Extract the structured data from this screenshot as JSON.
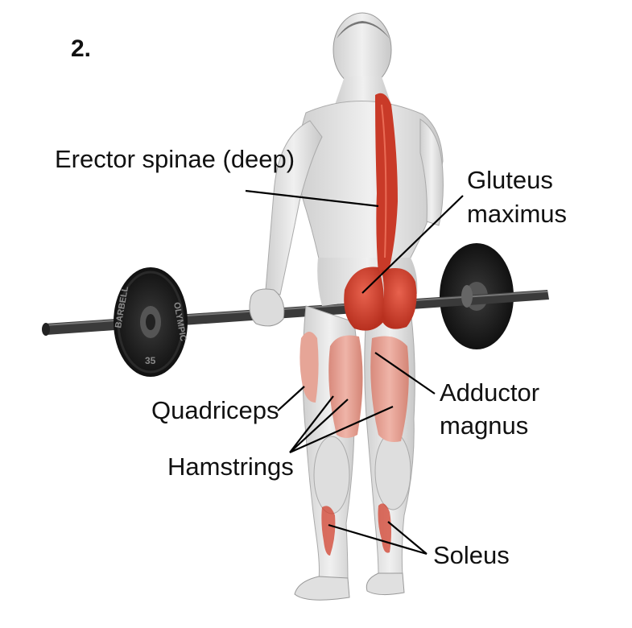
{
  "step_number": "2.",
  "plate_text": {
    "brand": "BARBELL",
    "type": "OLYMPIC",
    "weight": "35"
  },
  "labels": {
    "erector": "Erector spinae (deep)",
    "gluteus_line1": "Gluteus",
    "gluteus_line2": "maximus",
    "adductor_line1": "Adductor",
    "adductor_line2": "magnus",
    "quadriceps": "Quadriceps",
    "hamstrings": "Hamstrings",
    "soleus": "Soleus"
  },
  "colors": {
    "muscle_highlight": "#d2402e",
    "muscle_secondary": "#e49e92",
    "body": "#e6e6e6",
    "barbell": "#333333",
    "leader_line": "#000000"
  }
}
